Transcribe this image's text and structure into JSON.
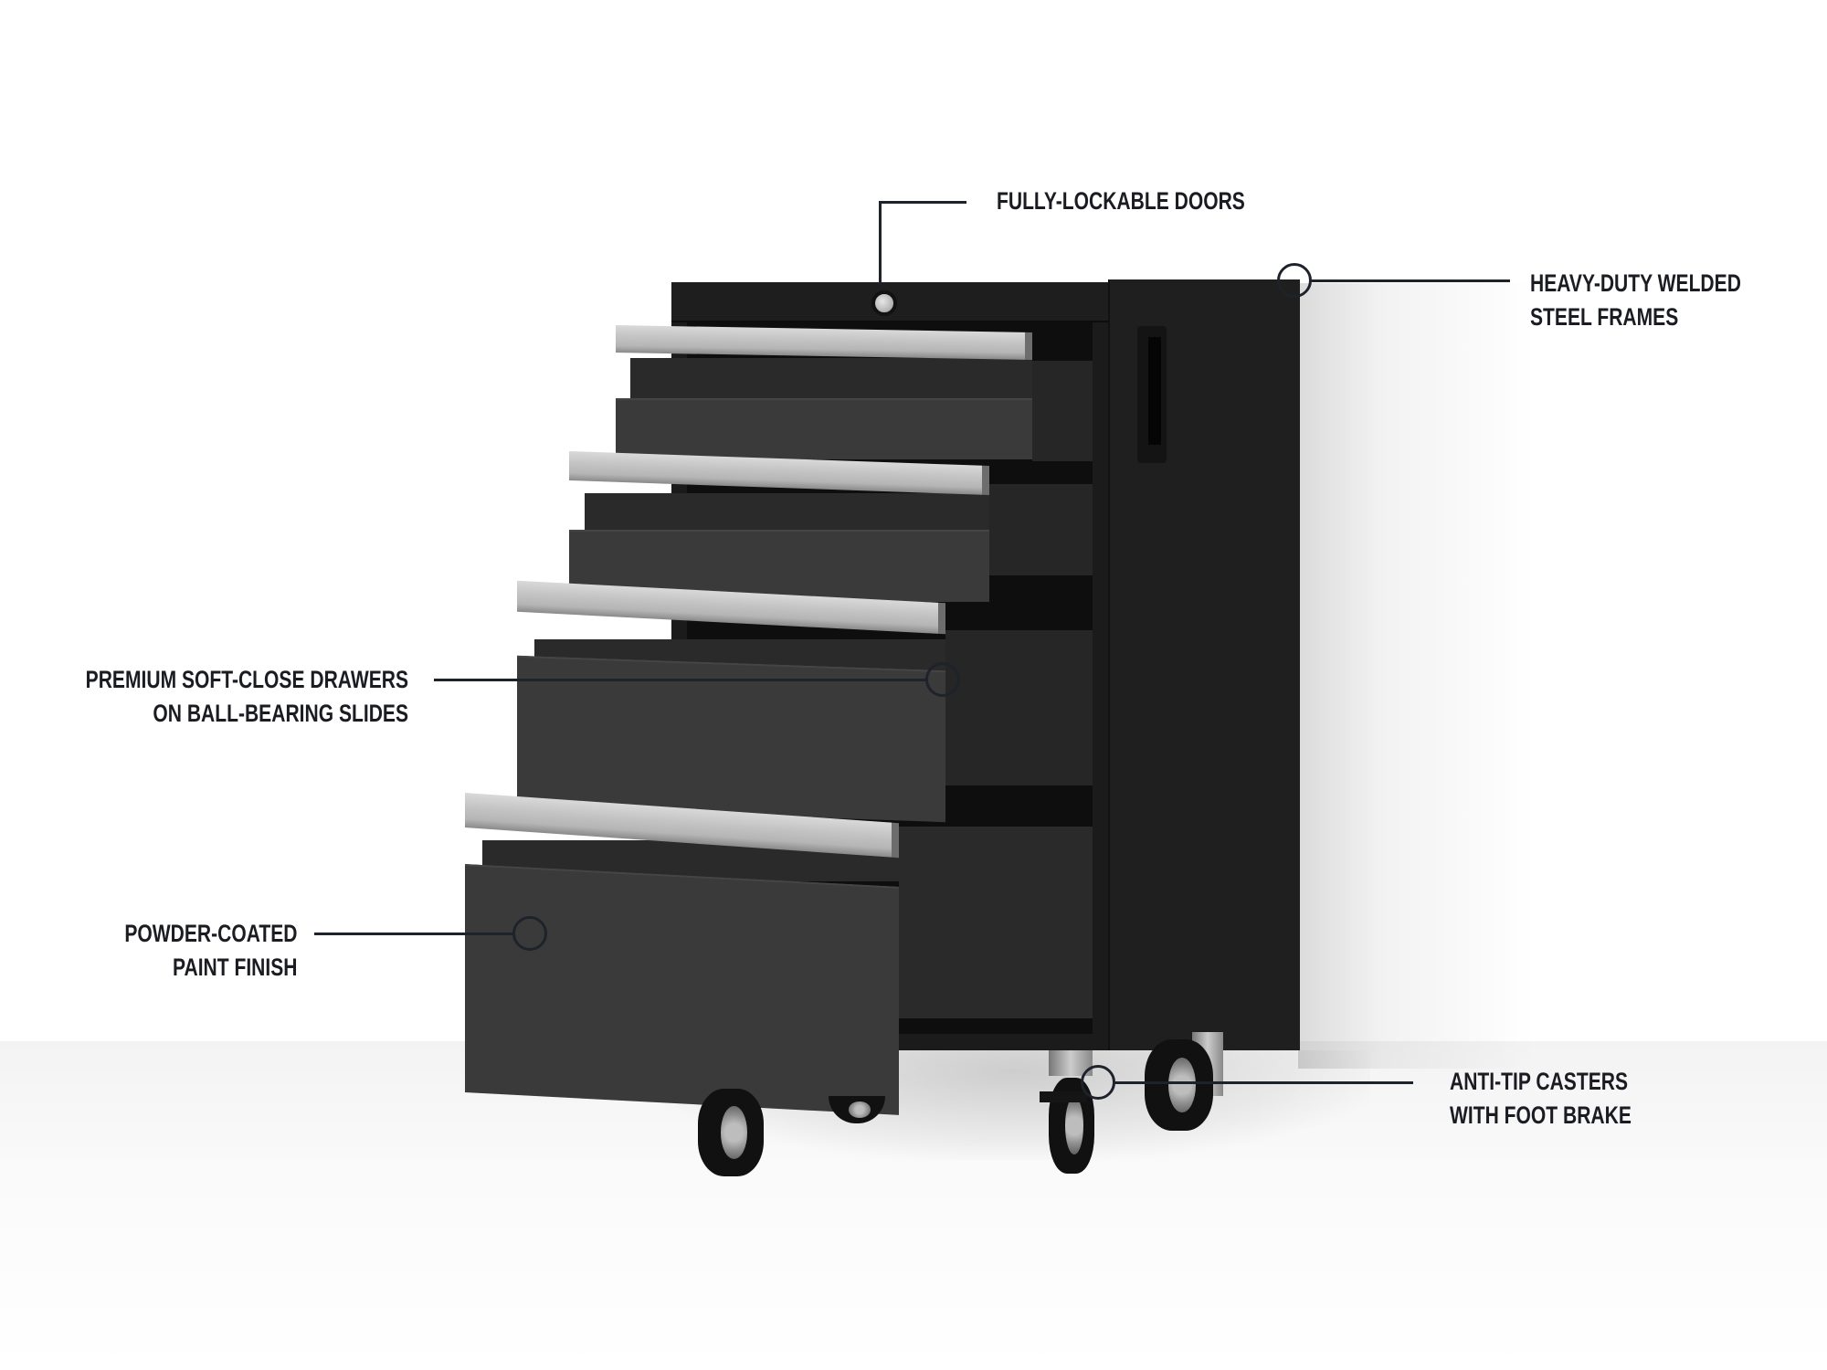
{
  "product": {
    "description": "Black rolling tool cabinet with four open drawers, brushed aluminum handles and casters",
    "colors": {
      "cabinet": "#1b1b1b",
      "drawer_front": "#3a3a3a",
      "handle": "#c4c4c4",
      "callout_ink": "#1e222a",
      "background": "#ffffff"
    },
    "drawer_count": 4
  },
  "callouts": [
    {
      "id": "lockable-doors",
      "lines": [
        "FULLY-LOCKABLE DOORS"
      ],
      "icon": "lock-icon"
    },
    {
      "id": "welded-frames",
      "lines": [
        "HEAVY-DUTY WELDED",
        "STEEL FRAMES"
      ],
      "icon": "frame-corner-marker"
    },
    {
      "id": "soft-close-drawers",
      "lines": [
        "PREMIUM SOFT-CLOSE DRAWERS",
        "ON BALL-BEARING SLIDES"
      ],
      "icon": "slide-marker"
    },
    {
      "id": "powder-coated",
      "lines": [
        "POWDER-COATED",
        "PAINT FINISH"
      ],
      "icon": "finish-marker"
    },
    {
      "id": "anti-tip-casters",
      "lines": [
        "ANTI-TIP CASTERS",
        "WITH FOOT BRAKE"
      ],
      "icon": "caster-marker"
    }
  ]
}
